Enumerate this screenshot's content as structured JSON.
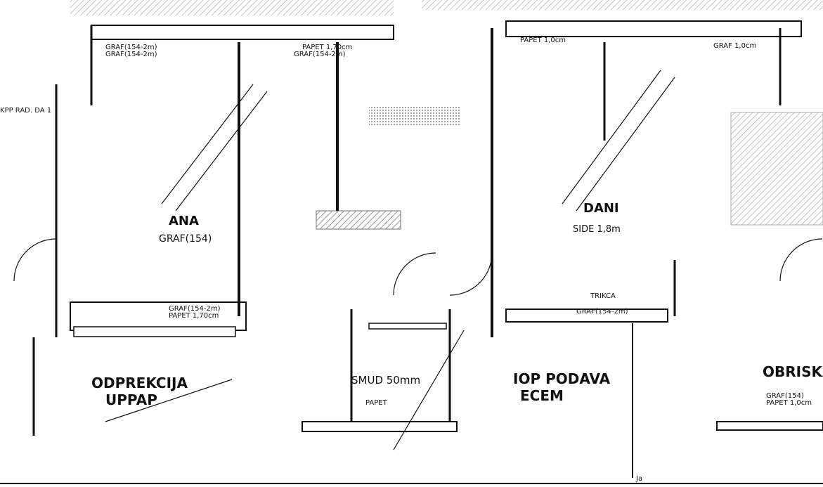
{
  "title": "",
  "labels": {
    "graf_top_left_1": "GRAF(154-2m)",
    "graf_top_left_2": "GRAF(154-2m)",
    "papet_top_mid": "PAPET 1,70cm",
    "graf_top_mid": "GRAF(154-2m)",
    "papet_top_right": "PAPET 1,0cm",
    "graf_top_right": "GRAF 1,0cm",
    "kp_left": "KPP RAD. DA 1",
    "ana": "ANA",
    "ana_sub": "GRAF(154)",
    "dani": "DANI",
    "dani_sub": "SIDE 1,8m",
    "trikca": "TRIKCA",
    "trikca_sub": "GRAF(154-2m)",
    "graf_bottom_left": "GRAF(154-2m)",
    "papet_bottom_left": "PAPET 1,70cm",
    "room_left": "ODPREKCIJA",
    "room_left_sub": "UPPAP",
    "smud": "SMUD 50mm",
    "papet_bottom_mid": "PAPET",
    "room_mid": "IOP PODAVA",
    "room_mid_sub": "ECEM",
    "room_right": "OBRISKA",
    "graf_right": "GRAF(154)",
    "papet_right": "PAPET 1,0cm",
    "ja": "Ja"
  },
  "colors": {
    "line": "#111111",
    "hatch": "#555555",
    "paper": "#ffffff"
  }
}
